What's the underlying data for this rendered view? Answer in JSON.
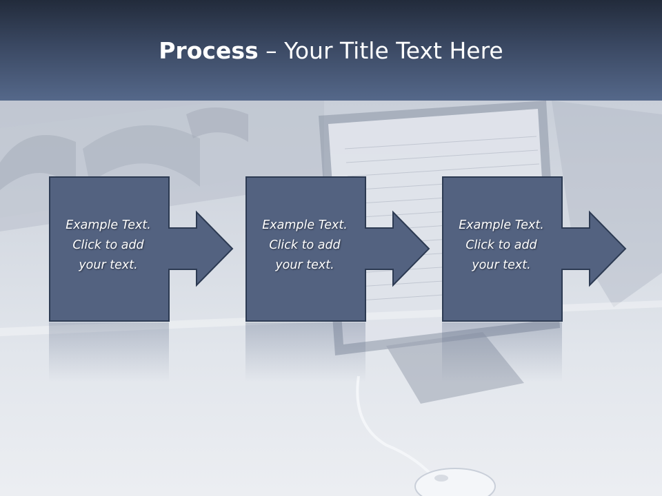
{
  "slide": {
    "title_bold": "Process",
    "title_rest": " – Your Title Text Here",
    "steps": [
      {
        "line1": "Example Text.",
        "line2": "Click  to add",
        "line3": "your text."
      },
      {
        "line1": "Example Text.",
        "line2": "Click  to add",
        "line3": "your text."
      },
      {
        "line1": "Example Text.",
        "line2": "Click  to add",
        "line3": "your text."
      }
    ]
  },
  "colors": {
    "title_band_dark": "#222b3b",
    "title_band_light": "#55688a",
    "shape_fill": "#536280",
    "shape_stroke": "#2c3a52",
    "text": "#ffffff"
  }
}
